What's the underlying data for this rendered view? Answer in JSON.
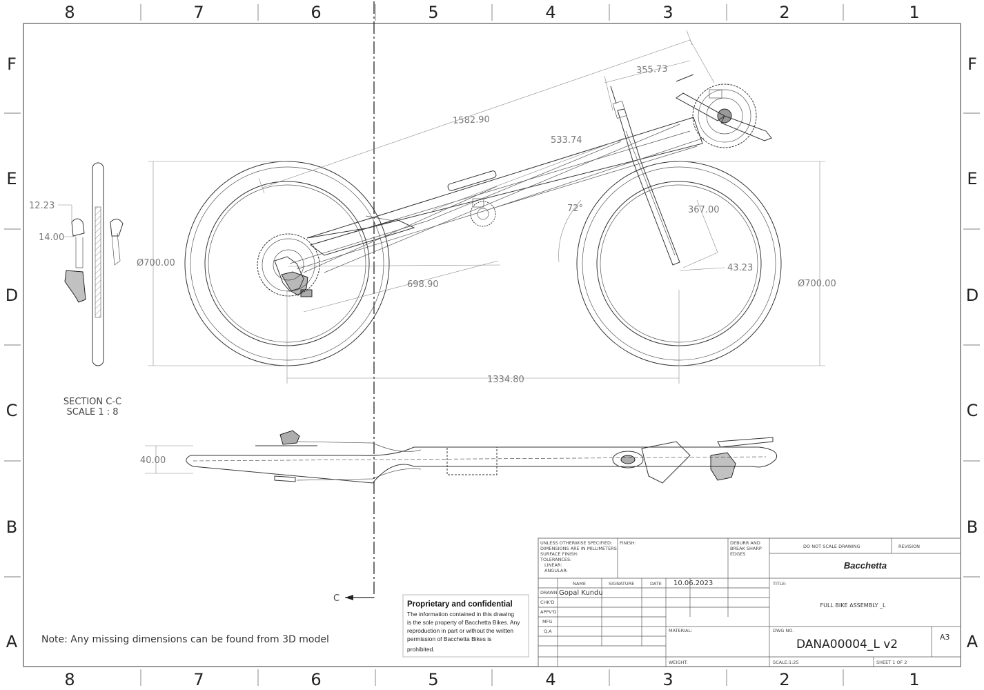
{
  "border": {
    "columns": [
      "8",
      "7",
      "6",
      "5",
      "4",
      "3",
      "2",
      "1"
    ],
    "rows": [
      "F",
      "E",
      "D",
      "C",
      "B",
      "A"
    ]
  },
  "dimensions": {
    "d_355": "355.73",
    "d_1582": "1582.90",
    "d_533": "533.74",
    "d_367": "367.00",
    "d_72": "72°",
    "d_43": "43.23",
    "d_698": "698.90",
    "d_1334": "1334.80",
    "d_rear_wheel": "Ø700.00",
    "d_front_wheel": "Ø700.00",
    "d_12": "12.23",
    "d_14": "14.00",
    "d_40": "40.00"
  },
  "section": {
    "title": "SECTION C-C",
    "scale": "SCALE 1 : 8",
    "marker": "C"
  },
  "note": "Note: Any missing dimensions can be found from 3D model",
  "proprietary": {
    "title": "Proprietary and confidential",
    "lines": [
      "The information contained in this drawing",
      "is the sole property of Bacchetta Bikes. Any",
      "reproduction in part or without the written",
      "permission of Bacchetta Bikes is",
      "prohibited."
    ]
  },
  "title_block": {
    "unless": [
      "UNLESS OTHERWISE SPECIFIED:",
      "DIMENSIONS ARE IN MILLIMETERS",
      "SURFACE FINISH:",
      "TOLERANCES:",
      "LINEAR:",
      "ANGULAR:"
    ],
    "finish": "FINISH:",
    "deburr": [
      "DEBURR AND",
      "BREAK SHARP",
      "EDGES"
    ],
    "do_not_scale": "DO NOT SCALE DRAWING",
    "revision": "REVISION",
    "company": "Bacchetta",
    "col_name": "NAME",
    "col_signature": "SIGNATURE",
    "col_date": "DATE",
    "rows": [
      "DRAWN",
      "CHK'D",
      "APPV'D",
      "MFG",
      "Q.A"
    ],
    "drawn_name": "Gopal Kundu",
    "drawn_date": "10.06.2023",
    "title_label": "TITLE:",
    "title_value": "FULL BIKE ASSEMBLY _L",
    "material": "MATERIAL:",
    "dwg_no_label": "DWG NO.",
    "dwg_no": "DANA00004_L v2",
    "size": "A3",
    "weight": "WEIGHT:",
    "scale": "SCALE:1:25",
    "sheet": "SHEET 1 OF 2"
  }
}
